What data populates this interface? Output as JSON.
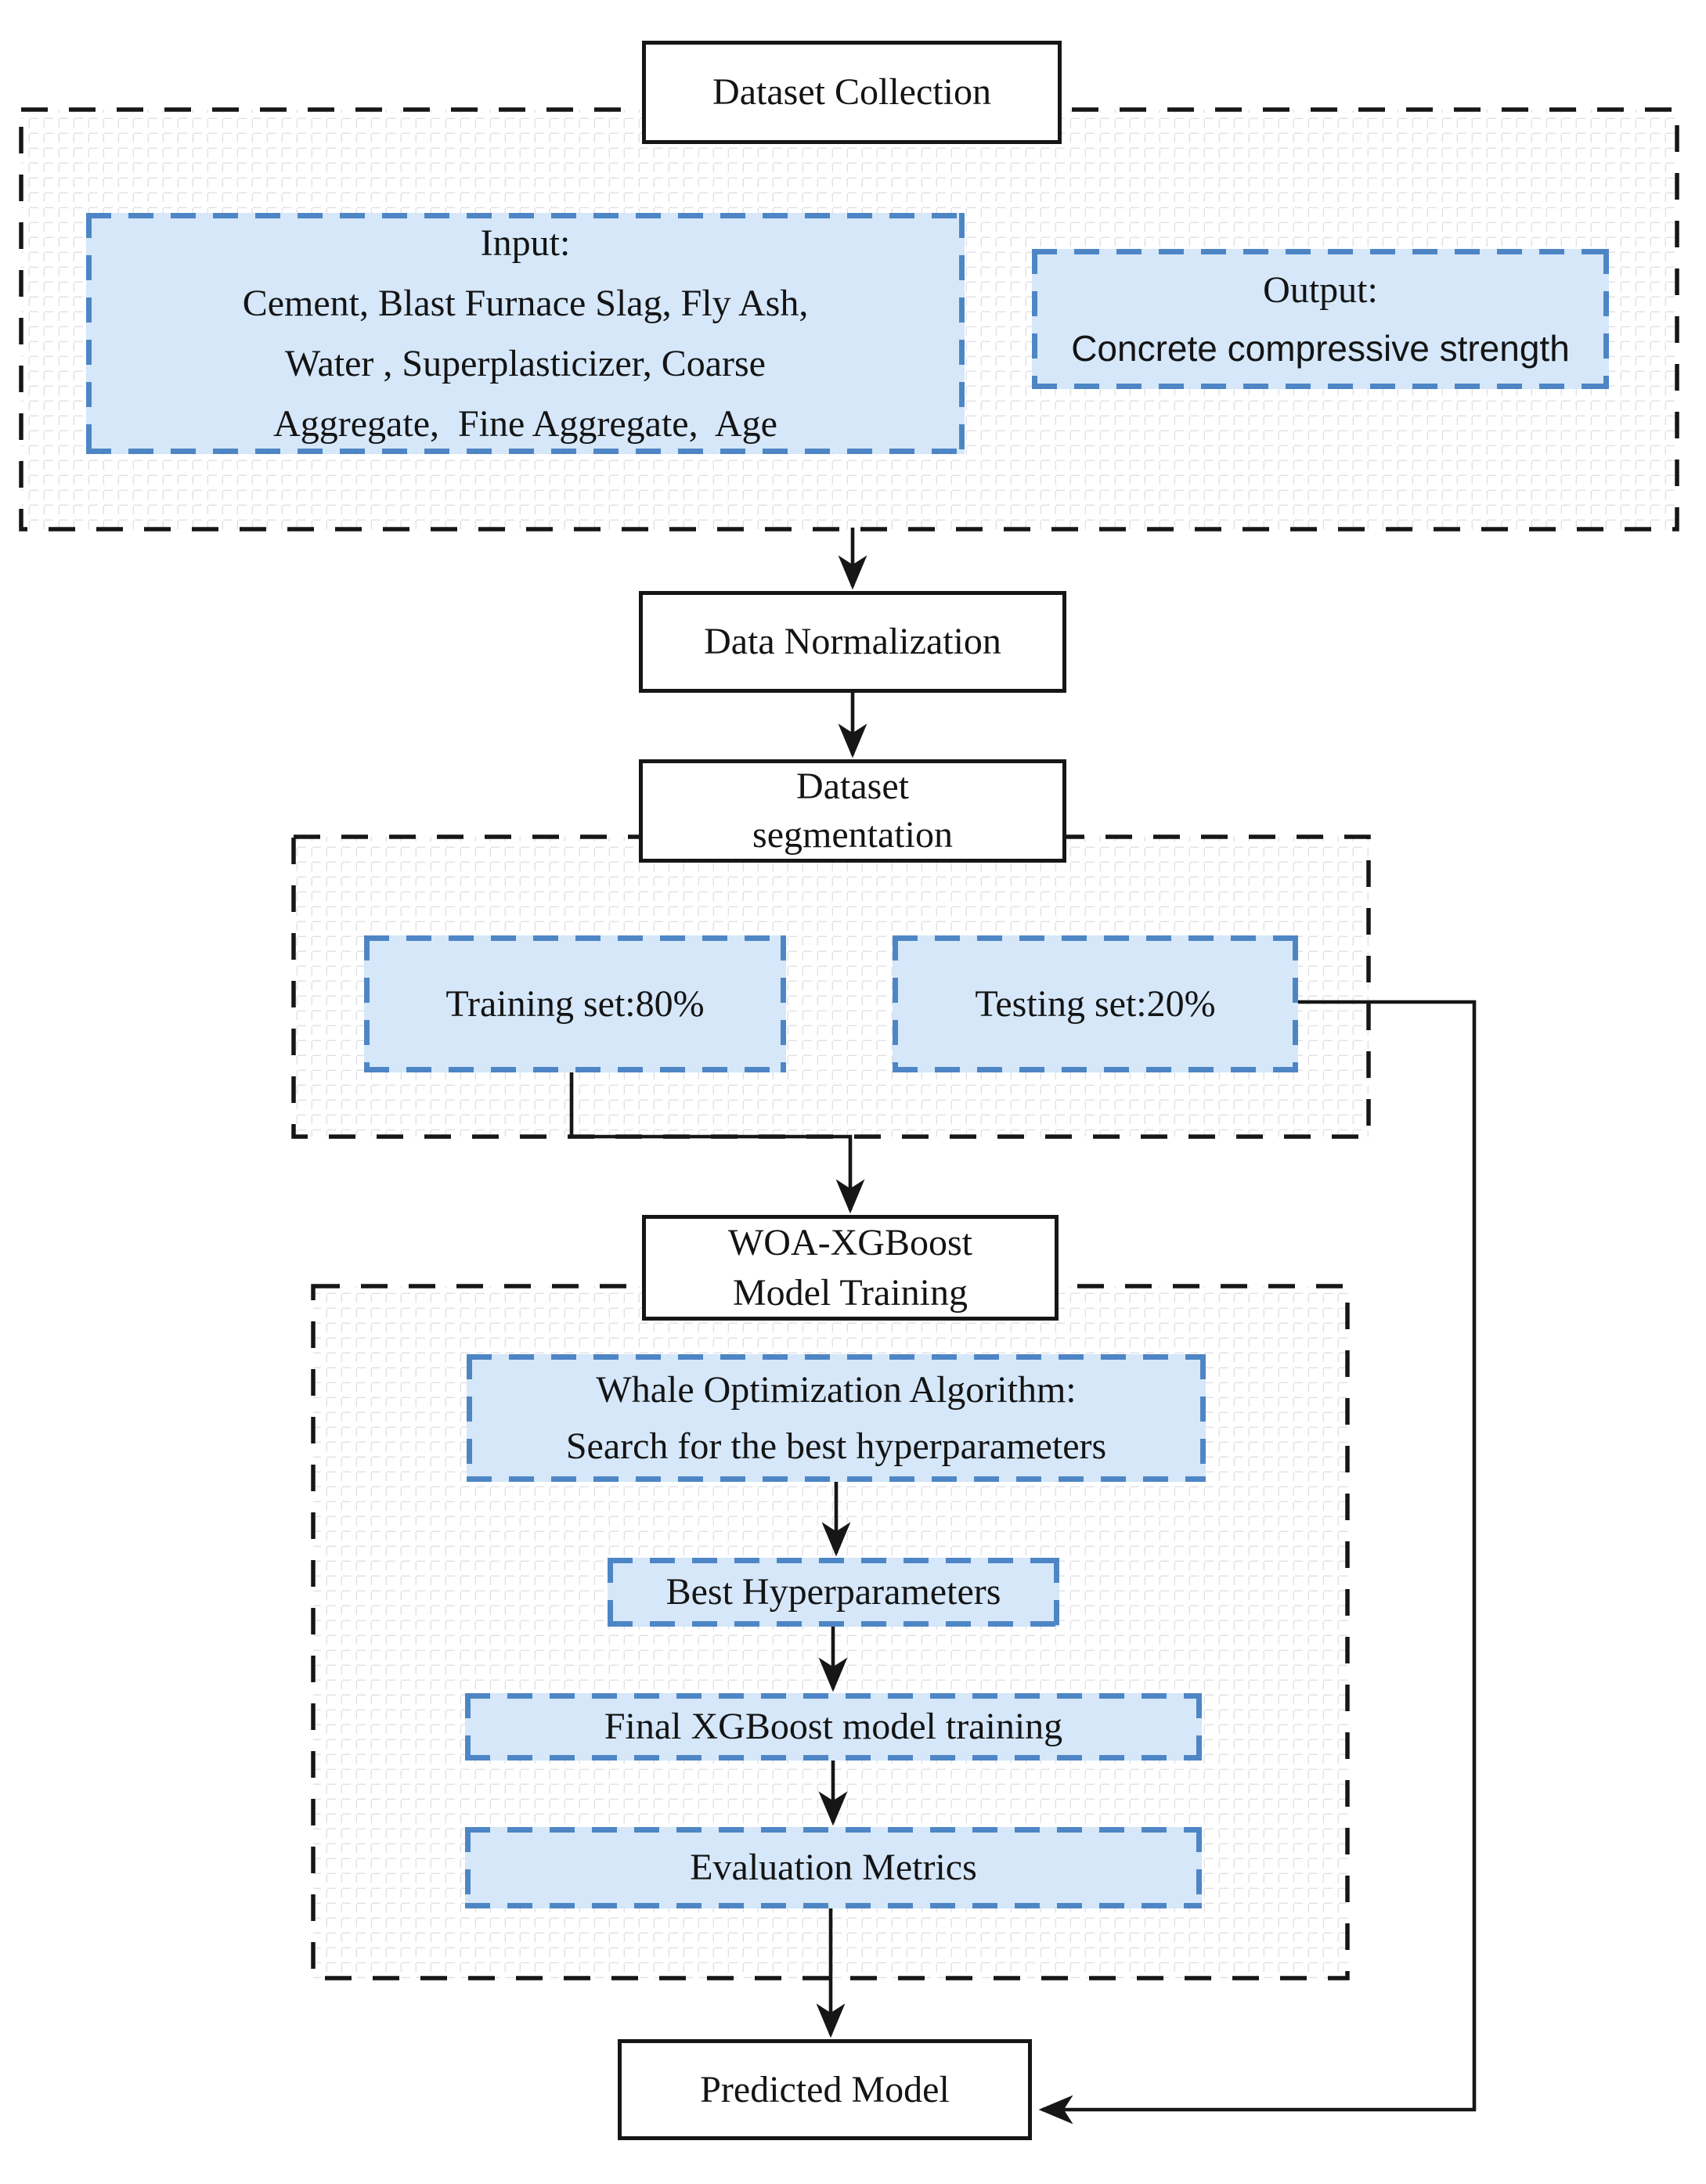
{
  "colors": {
    "node_fill": "#d5e7f9",
    "node_border": "#4e86c5",
    "line_color": "#161616"
  },
  "nodes": {
    "dataset_collection": {
      "label": "Dataset Collection"
    },
    "input": {
      "lines": [
        "Input:",
        "Cement, Blast Furnace Slag, Fly Ash,",
        "Water , Superplasticizer, Coarse",
        "Aggregate,  Fine Aggregate,  Age"
      ]
    },
    "output": {
      "lines": [
        "Output:",
        "Concrete compressive strength"
      ]
    },
    "data_normalization": {
      "label": "Data Normalization"
    },
    "dataset_segmentation": {
      "lines": [
        "Dataset",
        "segmentation"
      ]
    },
    "training_set": {
      "label": "Training set:80%"
    },
    "testing_set": {
      "label": "Testing set:20%"
    },
    "woa_model_training": {
      "lines": [
        "WOA-XGBoost",
        "Model Training"
      ]
    },
    "whale_optimization": {
      "lines": [
        "Whale Optimization Algorithm:",
        "Search for the best hyperparameters"
      ]
    },
    "best_hyperparameters": {
      "label": "Best Hyperparameters"
    },
    "final_xgboost_training": {
      "label": "Final XGBoost model training"
    },
    "evaluation_metrics": {
      "label": "Evaluation Metrics"
    },
    "predicted_model": {
      "label": "Predicted Model"
    }
  },
  "edges": [
    {
      "from": "dataset_collection_group",
      "to": "data_normalization"
    },
    {
      "from": "data_normalization",
      "to": "dataset_segmentation"
    },
    {
      "from": "training_set",
      "to": "woa_model_training"
    },
    {
      "from": "whale_optimization",
      "to": "best_hyperparameters"
    },
    {
      "from": "best_hyperparameters",
      "to": "final_xgboost_training"
    },
    {
      "from": "final_xgboost_training",
      "to": "evaluation_metrics"
    },
    {
      "from": "evaluation_metrics",
      "to": "predicted_model"
    },
    {
      "from": "testing_set",
      "to": "predicted_model"
    }
  ]
}
